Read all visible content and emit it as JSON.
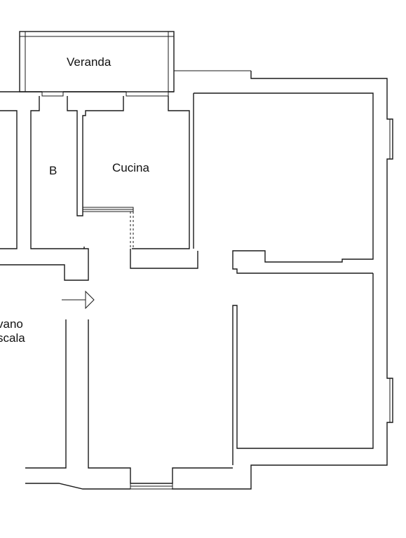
{
  "rooms": {
    "veranda": "Veranda",
    "bagno": "B",
    "cucina": "Cucina",
    "vano_scala_line1": "vano",
    "vano_scala_line2": "scala"
  }
}
